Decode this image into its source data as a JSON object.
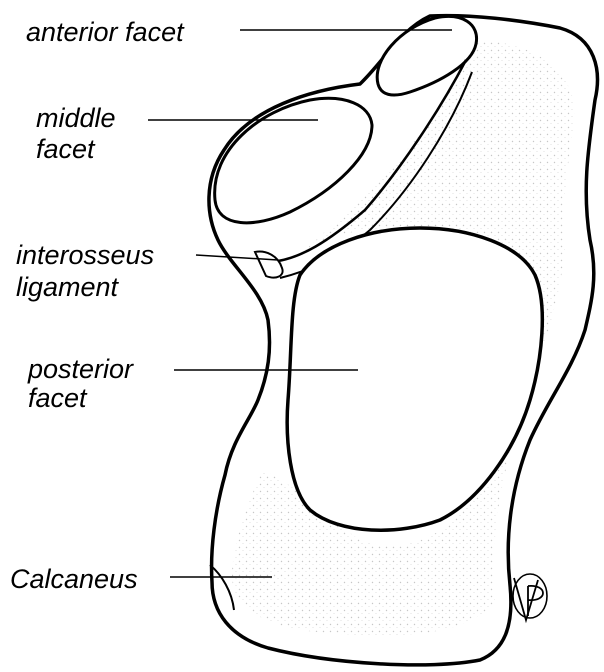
{
  "labels": {
    "anterior_facet": "anterior  facet",
    "middle_facet_line1": "middle",
    "middle_facet_line2": "facet",
    "interosseus_line1": "interosseus",
    "interosseus_line2": "ligament",
    "posterior_facet_line1": "posterior",
    "posterior_facet_line2": "facet",
    "calcaneus": "Calcaneus"
  },
  "signature": "VP",
  "colors": {
    "ink": "#000000",
    "paper": "#ffffff",
    "shading": "#9a9a9a"
  }
}
